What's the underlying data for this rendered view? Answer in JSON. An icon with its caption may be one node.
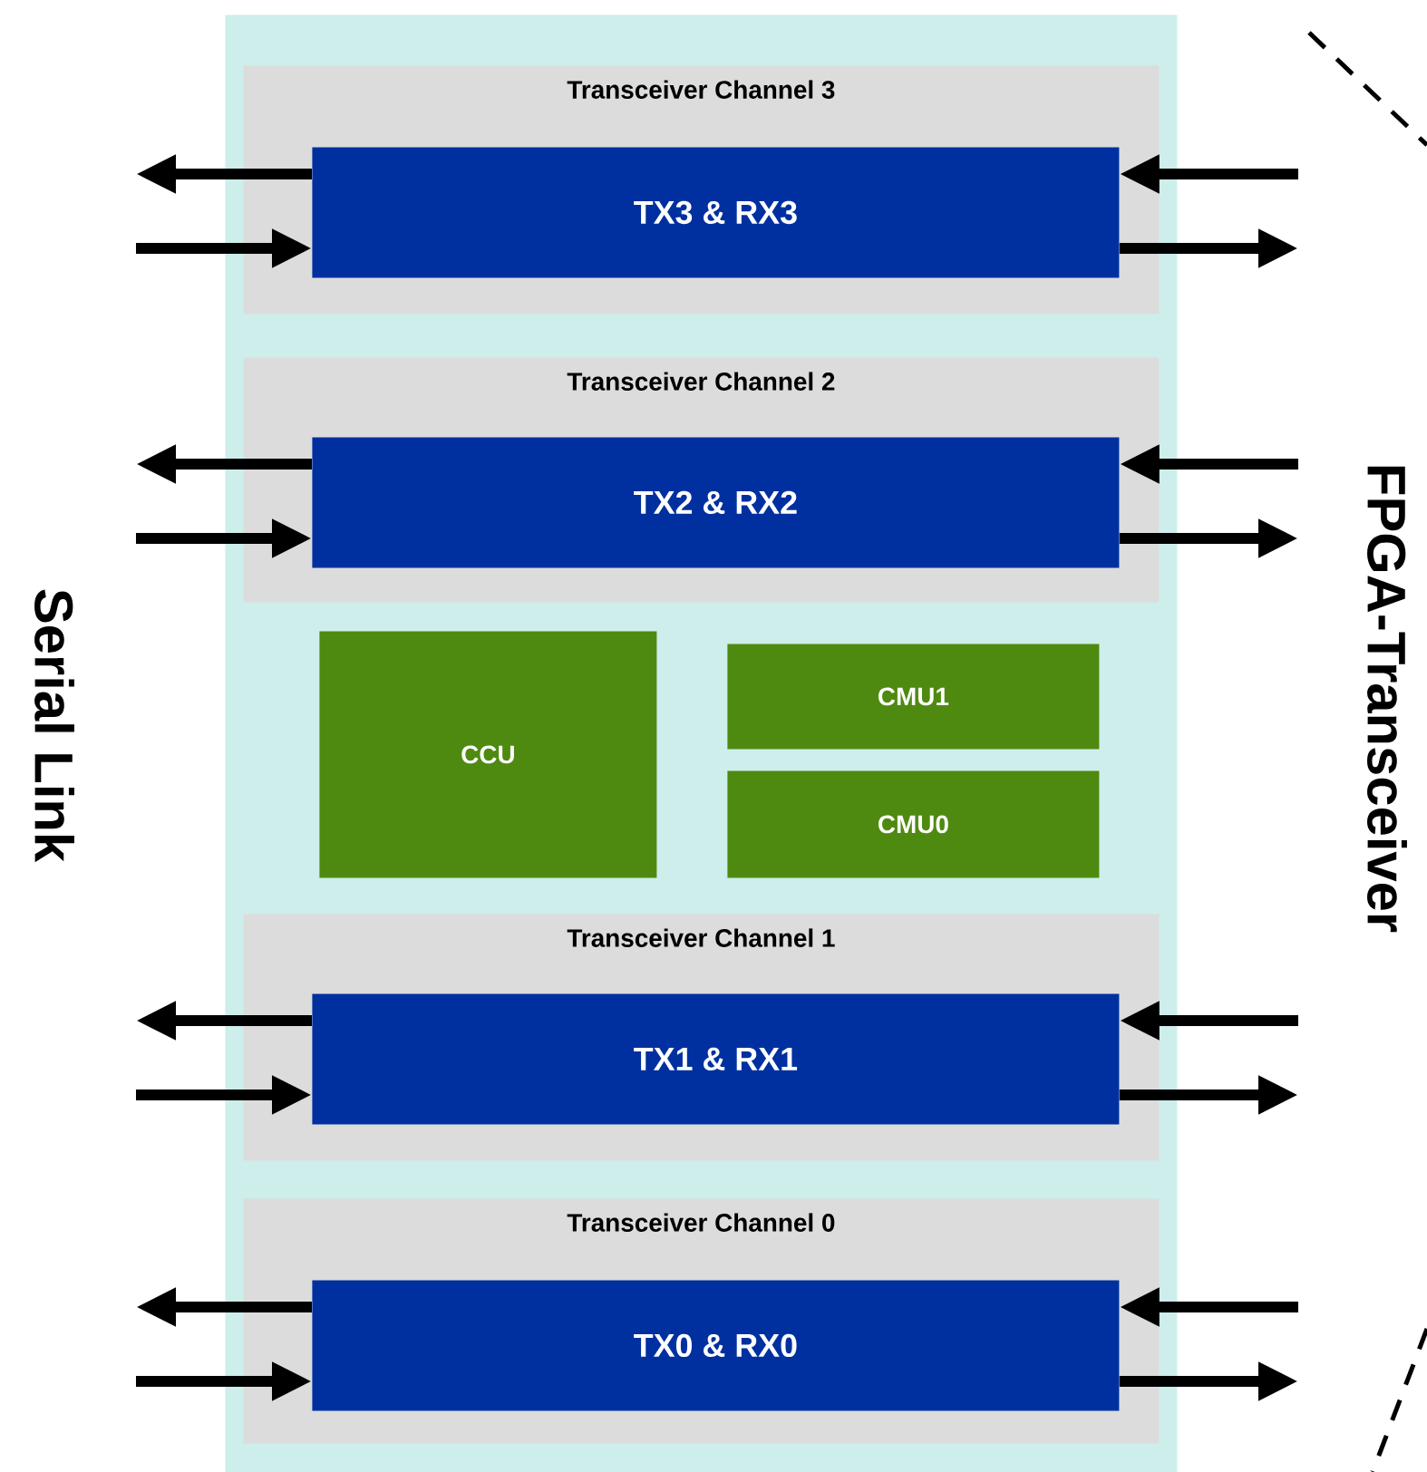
{
  "diagram": {
    "nodes": [
      {
        "text": [],
        "shape": "box"
      },
      {
        "text": [
          "Transceiver Channel 3"
        ],
        "in": 0
      },
      {
        "text": [
          "TX3 & RX3"
        ],
        "in": 1
      },
      {
        "text": [
          "Transceiver Channel 2"
        ],
        "in": 0
      },
      {
        "text": [
          "TX2 & RX2"
        ],
        "in": 3
      },
      {
        "text": [
          "CCU"
        ],
        "in": 0
      },
      {
        "text": [
          "CMU1"
        ],
        "in": 0
      },
      {
        "text": [
          "CMU0"
        ],
        "in": 0
      },
      {
        "text": [
          "Transceiver Channel 1"
        ],
        "in": 0
      },
      {
        "text": [
          "TX1 & RX1"
        ],
        "in": 8
      },
      {
        "text": [
          "Transceiver Channel 0"
        ],
        "in": 0
      },
      {
        "text": [
          "TX0 & RX0"
        ],
        "in": 10
      }
    ],
    "edges": [
      {
        "from": 2,
        "to": null,
        "arrow": "to"
      },
      {
        "from": null,
        "to": 2,
        "arrow": "to"
      },
      {
        "from": null,
        "to": 2,
        "arrow": "to"
      },
      {
        "from": 2,
        "to": null,
        "arrow": "to"
      },
      {
        "from": 4,
        "to": null,
        "arrow": "to"
      },
      {
        "from": null,
        "to": 4,
        "arrow": "to"
      },
      {
        "from": null,
        "to": 4,
        "arrow": "to"
      },
      {
        "from": 4,
        "to": null,
        "arrow": "to"
      },
      {
        "from": 9,
        "to": null,
        "arrow": "to"
      },
      {
        "from": null,
        "to": 9,
        "arrow": "to"
      },
      {
        "from": null,
        "to": 9,
        "arrow": "to"
      },
      {
        "from": 9,
        "to": null,
        "arrow": "to"
      },
      {
        "from": 11,
        "to": null,
        "arrow": "to"
      },
      {
        "from": null,
        "to": 11,
        "arrow": "to"
      },
      {
        "from": null,
        "to": 11,
        "arrow": "to"
      },
      {
        "from": 11,
        "to": null,
        "arrow": "to"
      }
    ],
    "labels": [
      "Serial Link",
      "FPGA-Transceiver"
    ]
  }
}
